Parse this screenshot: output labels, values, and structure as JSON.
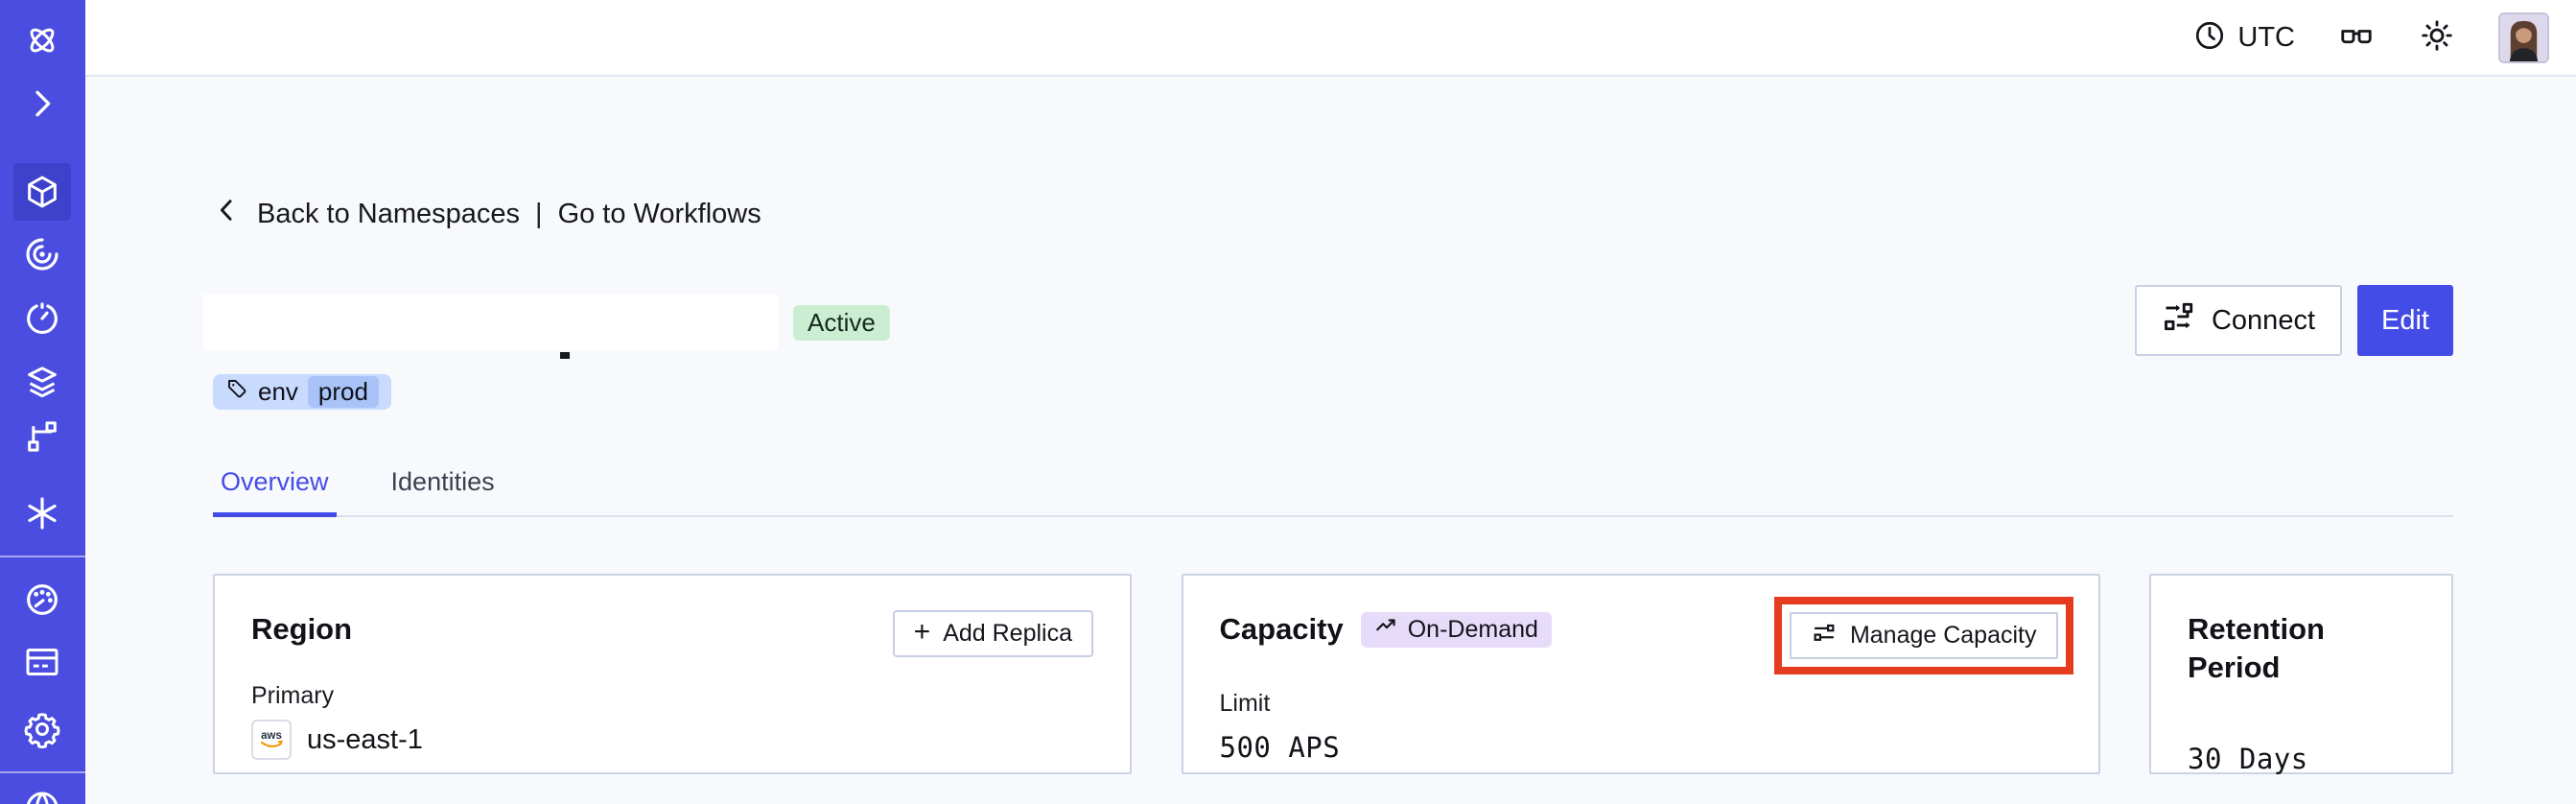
{
  "topbar": {
    "timezone": "UTC"
  },
  "breadcrumb": {
    "back": "Back to Namespaces",
    "separator": "|",
    "workflows": "Go to Workflows"
  },
  "namespace": {
    "status_badge": "Active",
    "tag": {
      "key": "env",
      "value": "prod"
    }
  },
  "actions": {
    "connect": "Connect",
    "edit": "Edit"
  },
  "tabs": {
    "overview": "Overview",
    "identities": "Identities"
  },
  "cards": {
    "region": {
      "title": "Region",
      "plus": "+",
      "add_replica_label": "Add Replica",
      "primary_label": "Primary",
      "provider": "aws",
      "value": "us-east-1"
    },
    "capacity": {
      "title": "Capacity",
      "badge": "On-Demand",
      "manage_label": "Manage Capacity",
      "limit_label": "Limit",
      "value": "500 APS"
    },
    "retention": {
      "title": "Retention Period",
      "value": "30 Days"
    }
  },
  "icons": {
    "sidebar": [
      "temporal-logo",
      "expand-chevron",
      "namespaces-cube",
      "workflows-spiral",
      "schedules-timer",
      "batch-layers",
      "deployments-branch",
      "nexus-asterisk",
      "usage-gauge",
      "billing-card",
      "settings-gear",
      "support-globe"
    ],
    "topbar": [
      "clock",
      "glasses",
      "brightness-sun",
      "avatar"
    ]
  },
  "colors": {
    "sidebar": "#4a4ddf",
    "sidebar_active": "#3d41cb",
    "accent": "#444ce7",
    "highlight_box": "#e53b1e",
    "active_badge_bg": "#cbedd2",
    "tag_bg": "#c8dafd",
    "tag_chip_bg": "#a9c3f8",
    "ondemand_bg": "#e6dcfa",
    "page_bg": "#f8f9fc",
    "card_border": "#ccd3e6",
    "aws_orange": "#f59300"
  }
}
